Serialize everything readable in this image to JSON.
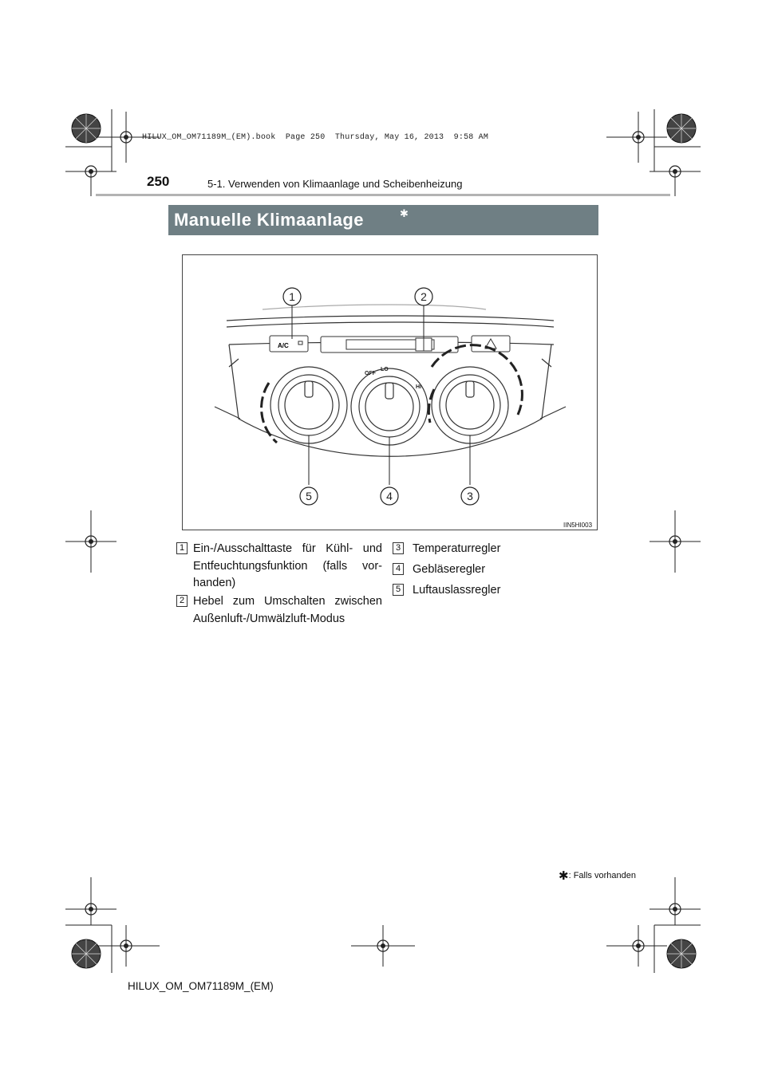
{
  "book_info": "HILUX_OM_OM71189M_(EM).book  Page 250  Thursday, May 16, 2013  9:58 AM",
  "page_number": "250",
  "section_header": "5-1. Verwenden von Klimaanlage und Scheibenheizung",
  "title": "Manuelle Klimaanlage",
  "title_marker": "✱",
  "figure": {
    "code": "IIN5HI003",
    "button_label": "A/C",
    "dial_labels": {
      "off": "OFF",
      "lo": "LO",
      "hi": "HI"
    },
    "callouts": [
      "1",
      "2",
      "5",
      "4",
      "3"
    ]
  },
  "legend": [
    {
      "number": "1",
      "text": "Ein-/Ausschalttaste für Kühl- und Entfeuchtungsfunktion (falls vor-handen)"
    },
    {
      "number": "2",
      "text": "Hebel zum Umschalten zwischen Außenluft-/Umwälzluft-Modus"
    },
    {
      "number": "3",
      "text": "Temperaturregler"
    },
    {
      "number": "4",
      "text": "Gebläseregler"
    },
    {
      "number": "5",
      "text": "Luftauslassregler"
    }
  ],
  "footnote": {
    "marker": "✱",
    "text": ": Falls vorhanden"
  },
  "footer_code": "HILUX_OM_OM71189M_(EM)"
}
